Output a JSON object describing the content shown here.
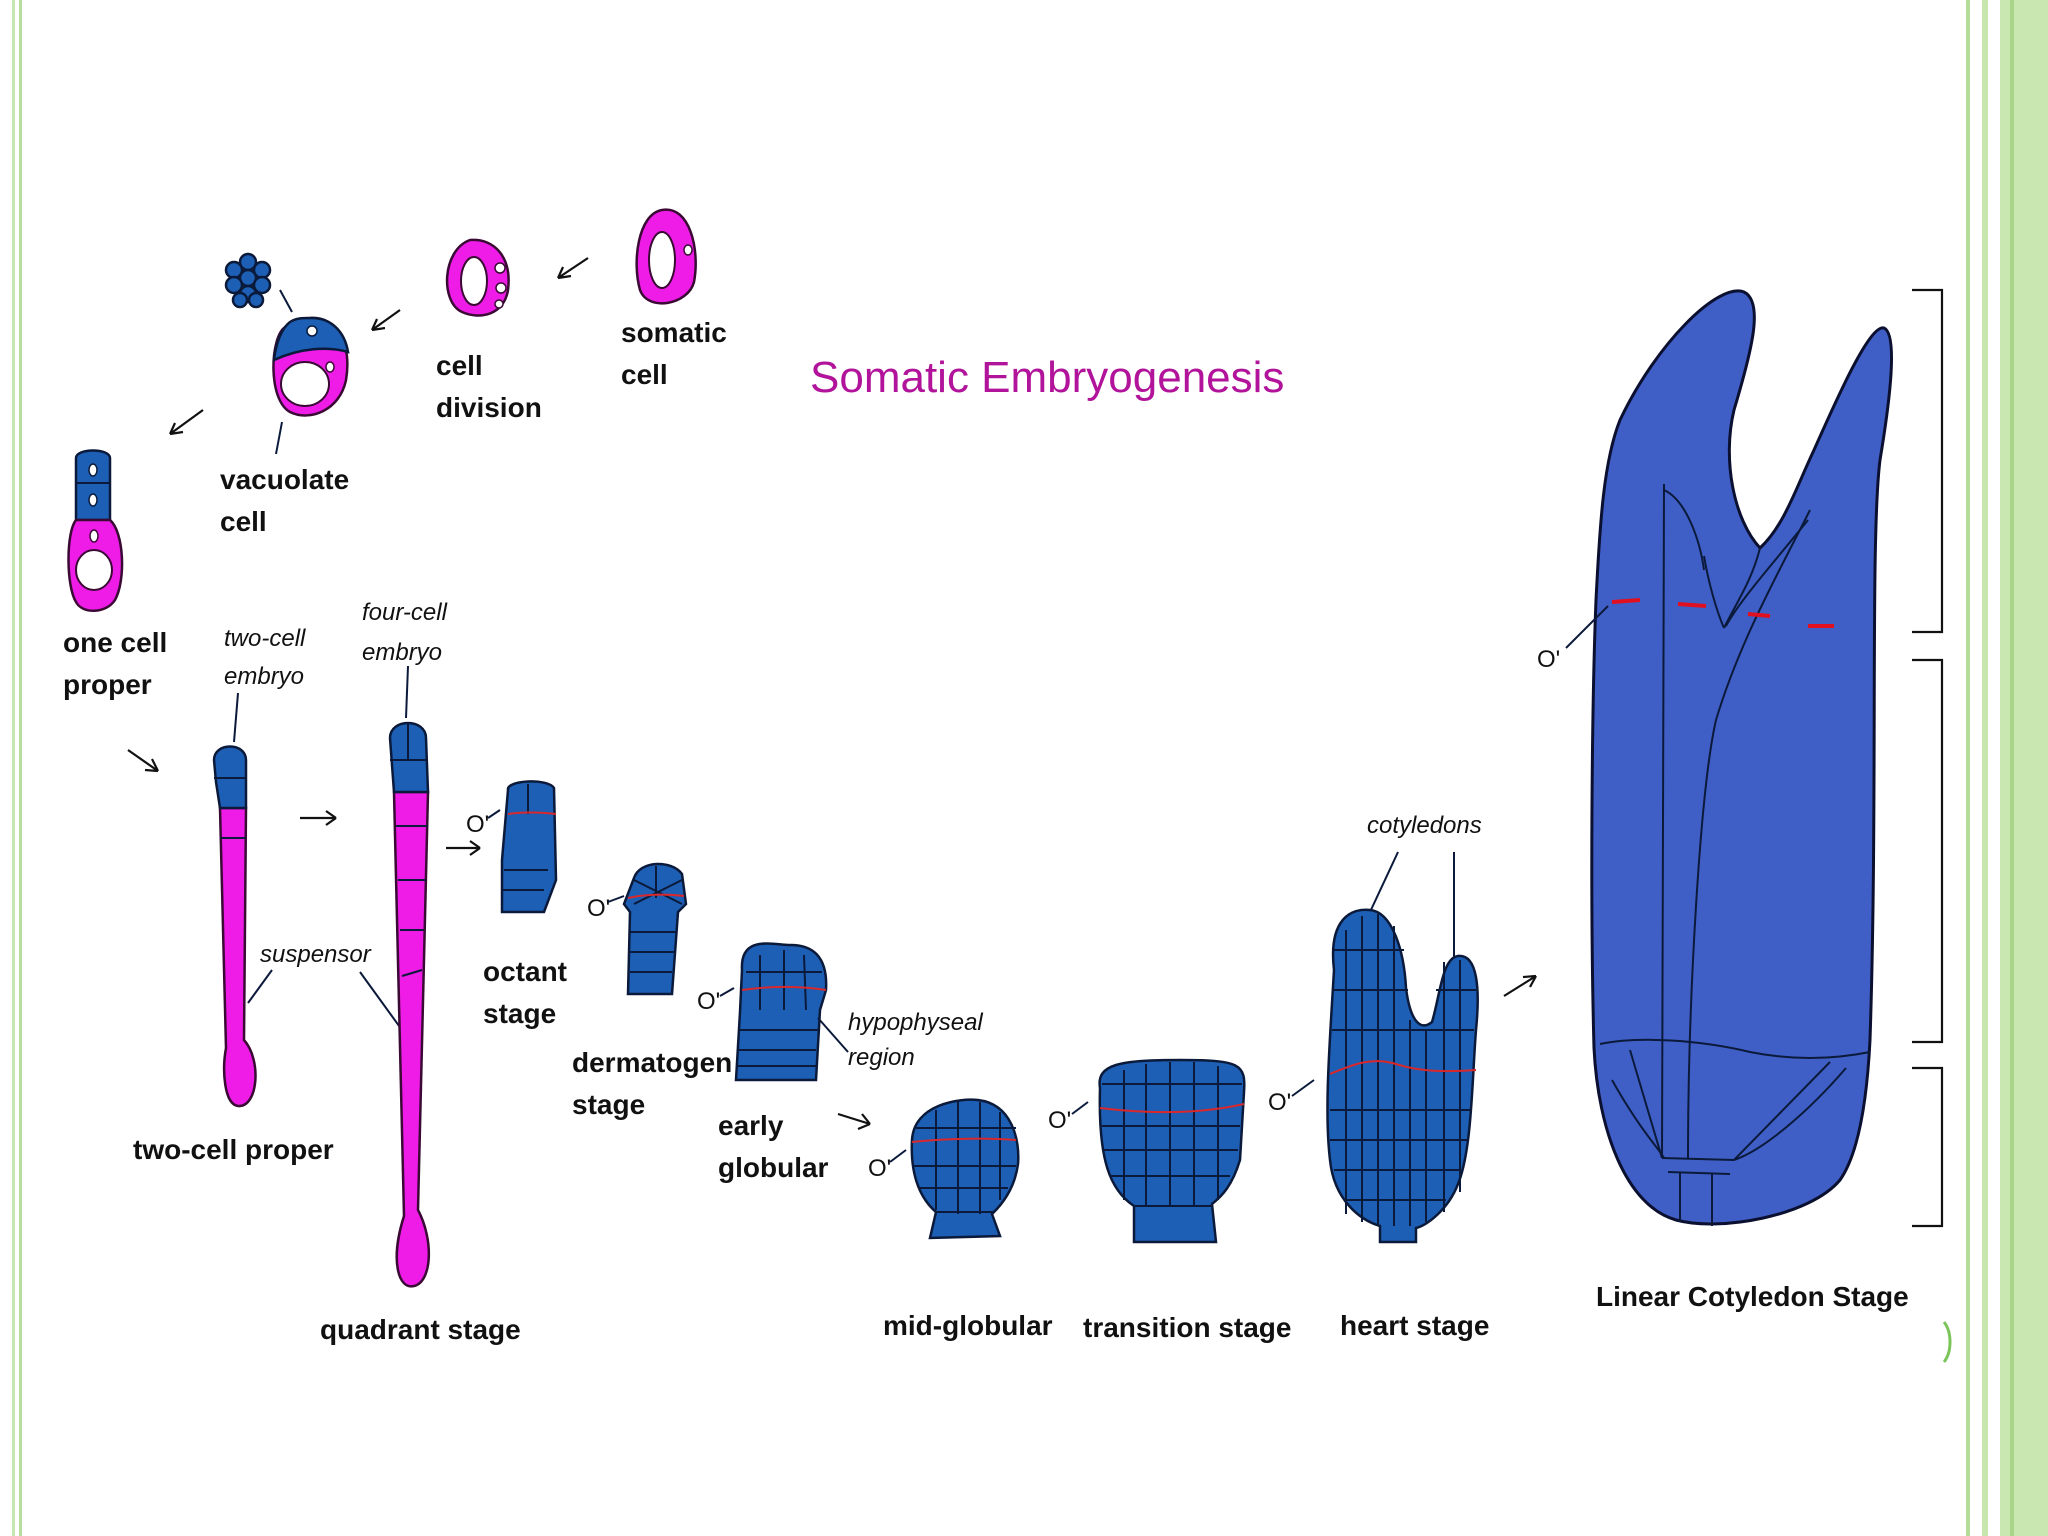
{
  "title": "Somatic Embryogenesis",
  "stages": {
    "somatic_cell": "somatic\ncell",
    "cell_division": "cell\ndivision",
    "vacuolate_cell": "vacuolate\ncell",
    "one_cell_proper": "one cell\nproper",
    "two_cell_proper": "two-cell proper",
    "quadrant_stage": "quadrant stage",
    "octant_stage": "octant\nstage",
    "dermatogen_stage": "dermatogen\nstage",
    "early_globular": "early\nglobular",
    "mid_globular": "mid-globular",
    "transition_stage": "transition stage",
    "heart_stage": "heart stage",
    "linear_cotyledon_stage": "Linear Cotyledon Stage"
  },
  "annotations": {
    "two_cell_embryo": "two-cell\nembryo",
    "four_cell_embryo": "four-cell\nembryo",
    "suspensor": "suspensor",
    "hypophyseal_region": "hypophyseal\nregion",
    "cotyledons": "cotyledons",
    "o_prime": "O'"
  },
  "colors": {
    "title": "#b1139a",
    "embryo_blue": "#1d5fb5",
    "large_embryo_blue": "#405fc6",
    "suspensor_magenta": "#ee1ce6",
    "boundary_red": "#d8282c",
    "frame_green": "#c9e8b1"
  }
}
